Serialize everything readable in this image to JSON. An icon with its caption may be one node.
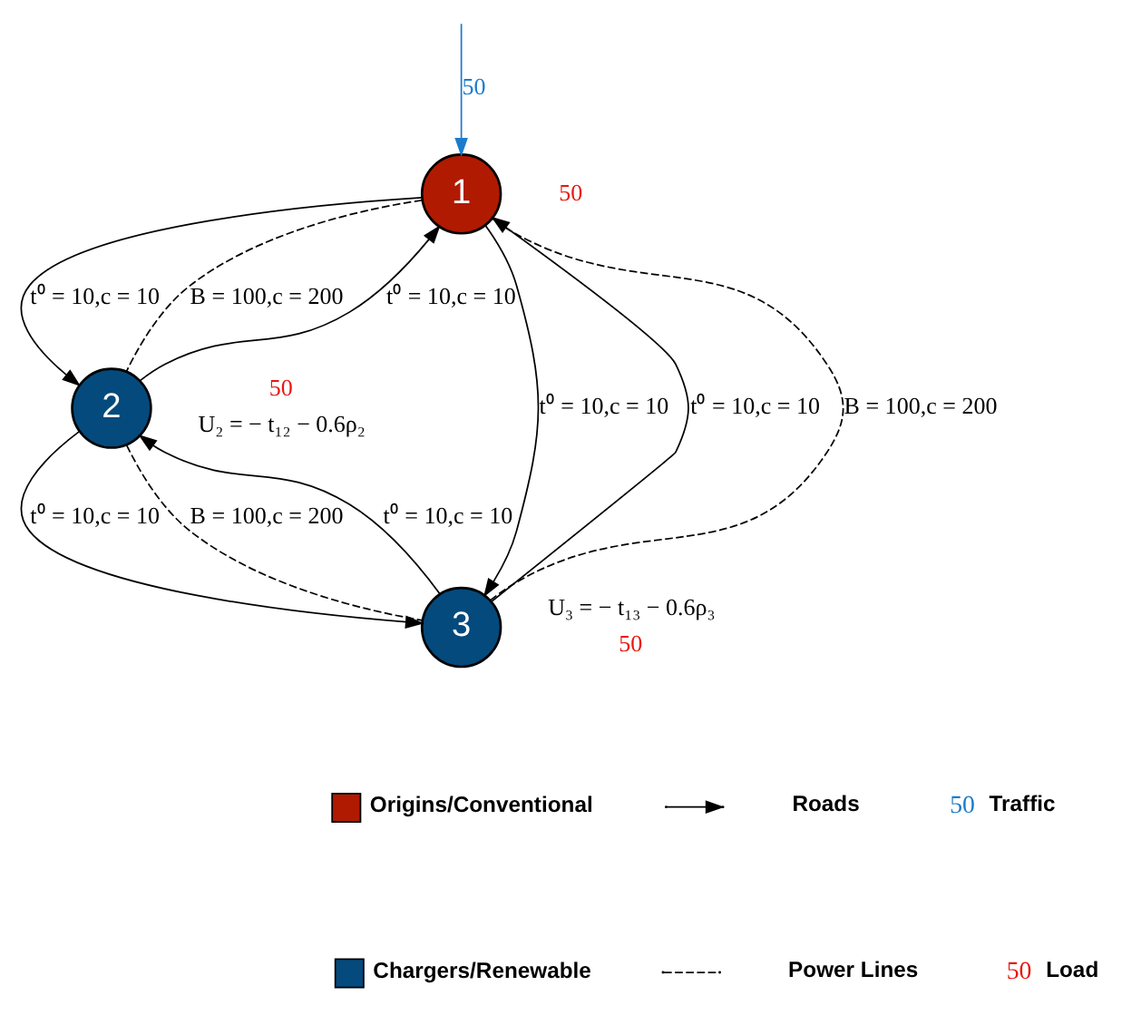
{
  "diagram": {
    "nodes": [
      {
        "text": [
          "1"
        ],
        "beside": [
          "50"
        ]
      },
      {
        "text": [
          "2"
        ],
        "beside": [
          "50",
          "U₂ = − t₁₂ − 0.6ρ₂"
        ]
      },
      {
        "text": [
          "3"
        ],
        "beside": [
          "U₃ = − t₁₃ − 0.6ρ₃",
          "50"
        ]
      }
    ],
    "edges": [
      {
        "from": 1,
        "to": 0,
        "arrow": "to",
        "label": "t⁰ = 10,c = 10"
      },
      {
        "from": 0,
        "to": 1,
        "arrow": "to",
        "label": "t⁰ = 10,c = 10"
      },
      {
        "from": 2,
        "to": 0,
        "arrow": "to",
        "label": "t⁰ = 10,c = 10"
      },
      {
        "from": 0,
        "to": 2,
        "arrow": "to",
        "label": "t⁰ = 10,c = 10"
      },
      {
        "from": 1,
        "to": 2,
        "arrow": "to",
        "label": "t⁰ = 10,c = 10"
      },
      {
        "from": 2,
        "to": 1,
        "arrow": "to",
        "label": "t⁰ = 10,c = 10"
      },
      {
        "from": 0,
        "to": 1,
        "arrow": "none",
        "style": "dashed",
        "label": "B = 100,c = 200"
      },
      {
        "from": 1,
        "to": 2,
        "arrow": "none",
        "style": "dashed",
        "label": "B = 100,c = 200"
      },
      {
        "from": 2,
        "to": 0,
        "arrow": "none",
        "style": "dashed",
        "label": "B = 100,c = 200"
      },
      {
        "from": null,
        "to": 0,
        "arrow": "to",
        "color": "#1a7ccc",
        "label": "50"
      }
    ],
    "labels": [
      "50",
      "50"
    ],
    "legend": [
      {
        "text": "Origins/Conventional",
        "color": "#b01a00"
      },
      {
        "text": "Chargers/Renewable",
        "color": "#044a7c"
      },
      {
        "text": "Roads"
      },
      {
        "text": "Power Lines"
      },
      {
        "text": "Traffic",
        "color": "#1a7ccc"
      },
      {
        "text": "Load",
        "color": "#e8170f"
      }
    ]
  }
}
